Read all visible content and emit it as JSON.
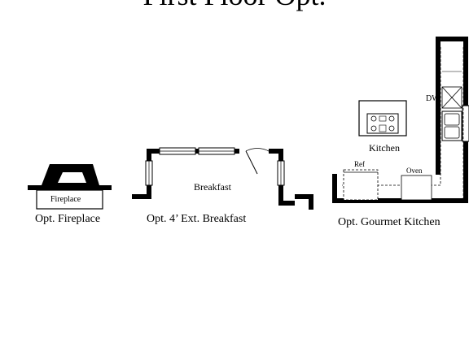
{
  "title": "First Floor Opt.",
  "options": {
    "fireplace": {
      "caption": "Opt. Fireplace",
      "label": "Fireplace"
    },
    "breakfast": {
      "caption": "Opt. 4’ Ext. Breakfast",
      "room": "Breakfast"
    },
    "kitchen": {
      "caption": "Opt. Gourmet Kitchen",
      "room": "Kitchen",
      "appliances": {
        "dishwasher": "DW",
        "refrigerator": "Ref",
        "oven": "Oven"
      }
    }
  }
}
